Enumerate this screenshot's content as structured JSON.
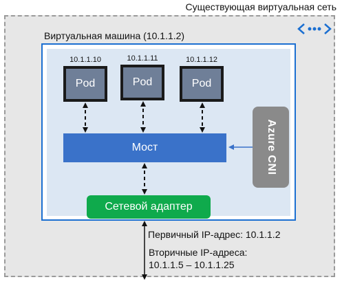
{
  "vnet": {
    "title": "Существующая виртуальная сеть",
    "icon": "virtual-network-icon"
  },
  "vm": {
    "title": "Виртуальная машина (10.1.1.2)"
  },
  "pods": [
    {
      "ip": "10.1.1.10",
      "label": "Pod"
    },
    {
      "ip": "10.1.1.11",
      "label": "Pod"
    },
    {
      "ip": "10.1.1.12",
      "label": "Pod"
    }
  ],
  "bridge": {
    "label": "Мост"
  },
  "cni": {
    "label": "Azure CNI"
  },
  "nic": {
    "label": "Сетевой адаптер"
  },
  "addresses": {
    "primary": "Первичный IP-адрес: 10.1.1.2",
    "secondary_label": "Вторичные IP-адреса:",
    "secondary_range": "10.1.1.5 – 10.1.1.25"
  },
  "colors": {
    "vnet_bg": "#e7e7e7",
    "vm_border": "#1b6fd1",
    "vm_inner": "#dce7f3",
    "pod": "#6f7f98",
    "bridge": "#3a72c9",
    "cni": "#8a8a8a",
    "nic": "#0faa4c"
  }
}
